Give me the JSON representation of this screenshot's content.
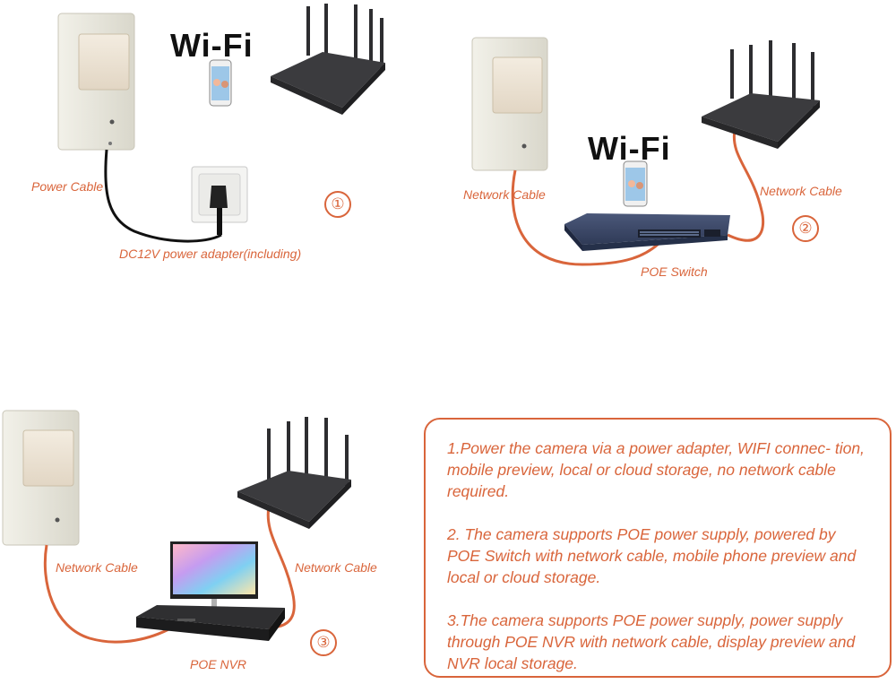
{
  "scenario1": {
    "wifi_label": "Wi-Fi",
    "power_cable_label": "Power Cable",
    "adapter_label": "DC12V power adapter(including)",
    "step_number": "①"
  },
  "scenario2": {
    "wifi_label": "Wi-Fi",
    "network_cable_left_label": "Network Cable",
    "network_cable_right_label": "Network Cable",
    "poe_switch_label": "POE Switch",
    "step_number": "②"
  },
  "scenario3": {
    "network_cable_left_label": "Network Cable",
    "network_cable_right_label": "Network Cable",
    "poe_nvr_label": "POE NVR",
    "step_number": "③"
  },
  "notes": {
    "note1": "1.Power the camera via a power adapter, WIFI connec- tion, mobile preview, local or cloud storage, no network cable required.",
    "note2": "2. The camera supports POE power supply, powered by POE Switch with network cable, mobile phone preview and local or cloud storage.",
    "note3": "3.The camera supports POE power supply, power supply through POE NVR with network cable, display preview and NVR local storage."
  },
  "colors": {
    "accent": "#d9653b",
    "camera_body": "#e9e7dc",
    "router": "#3b3b3e",
    "switch": "#3e4a66"
  }
}
